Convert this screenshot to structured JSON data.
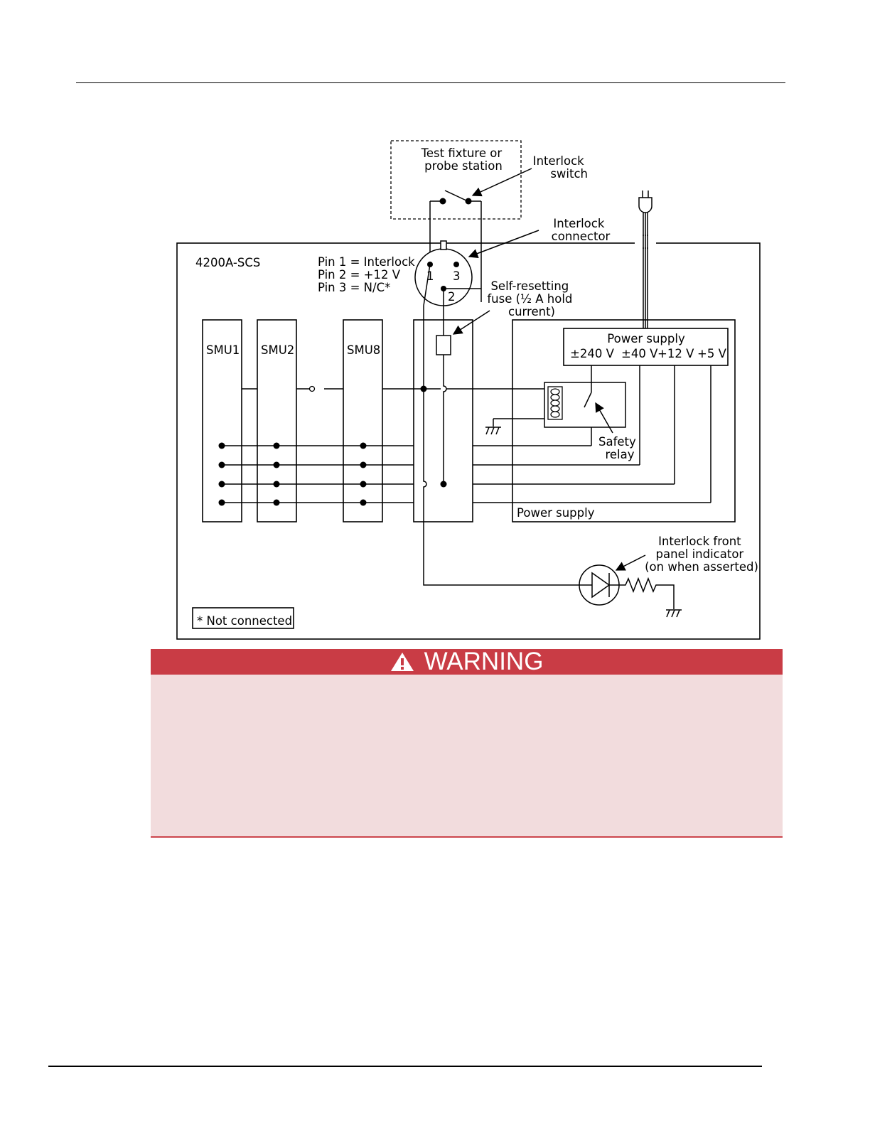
{
  "figure": {
    "test_fixture_label": [
      "Test fixture or",
      "probe station"
    ],
    "interlock_switch_label": [
      "Interlock",
      "switch"
    ],
    "interlock_connector_label": [
      "Interlock",
      "connector"
    ],
    "instrument_name": "4200A-SCS",
    "pin_legend": [
      "Pin 1 = Interlock",
      "Pin 2 = +12 V",
      "Pin 3 = N/C*"
    ],
    "pin_numbers": [
      "1",
      "3",
      "2"
    ],
    "fuse_label": [
      "Self-resetting",
      "fuse (½ A hold",
      "current)"
    ],
    "smu_labels": [
      "SMU1",
      "SMU2",
      "SMU8"
    ],
    "power_supply_title": "Power supply",
    "voltages": [
      "±240 V",
      "±40 V",
      "+12 V",
      "+5 V"
    ],
    "safety_relay_label": [
      "Safety",
      "relay"
    ],
    "power_supply_block_label": "Power supply",
    "indicator_label": [
      "Interlock front",
      "panel indicator",
      "(on when asserted)"
    ],
    "not_connected_note": "* Not connected"
  },
  "warning": {
    "title": "WARNING",
    "icon": "warning-triangle-icon",
    "header_color": "#c93c45",
    "body_color": "#f2dcdd"
  }
}
